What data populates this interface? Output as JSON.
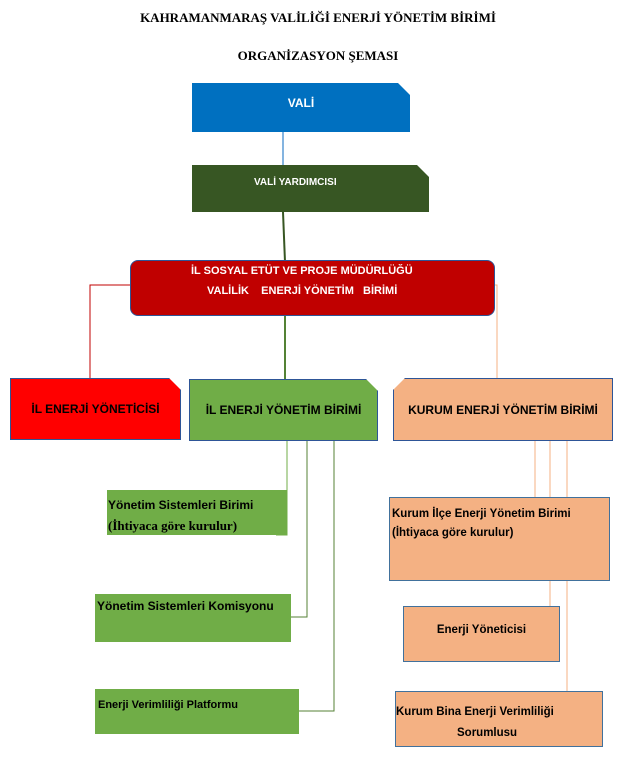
{
  "title": {
    "line1": "KAHRAMANMARAŞ VALİLİĞİ ENERJİ YÖNETİM BİRİMİ",
    "line2": "ORGANİZASYON ŞEMASI"
  },
  "colors": {
    "blue": "#0070c0",
    "dark_green": "#375623",
    "red": "#c00000",
    "bright_red": "#ff0000",
    "green": "#70ad47",
    "peach": "#f4b183",
    "border_blue": "#2e5597"
  },
  "nodes": {
    "vali": "VALİ",
    "vali_yardimcisi": "VALİ YARDIMCISI",
    "mudurluk": {
      "line1": "İL SOSYAL ETÜT VE PROJE MÜDÜRLÜĞÜ",
      "line2": "VALİLİK    ENERJİ YÖNETİM   BİRİMİ"
    },
    "il_enerji_yoneticisi": "İL ENERJİ YÖNETİCİSİ",
    "il_enerji_yonetim_birimi": "İL ENERJİ YÖNETİM BİRİMİ",
    "kurum_enerji_yonetim_birimi": "KURUM ENERJİ YÖNETİM BİRİMİ",
    "yonetim_sistemleri_birimi": {
      "line1": "Yönetim Sistemleri Birimi",
      "line2": "(İhtiyaca göre kurulur)"
    },
    "yonetim_sistemleri_komisyonu": "Yönetim Sistemleri Komisyonu",
    "enerji_verimliligi_platformu": "Enerji Verimliliği Platformu",
    "kurum_ilce": {
      "line1": "Kurum İlçe Enerji Yönetim Birimi",
      "line2": "(İhtiyaca göre kurulur)"
    },
    "enerji_yoneticisi": "Enerji Yöneticisi",
    "kurum_bina": {
      "line1": "Kurum Bina Enerji Verimliliği",
      "line2": "Sorumlusu"
    }
  }
}
